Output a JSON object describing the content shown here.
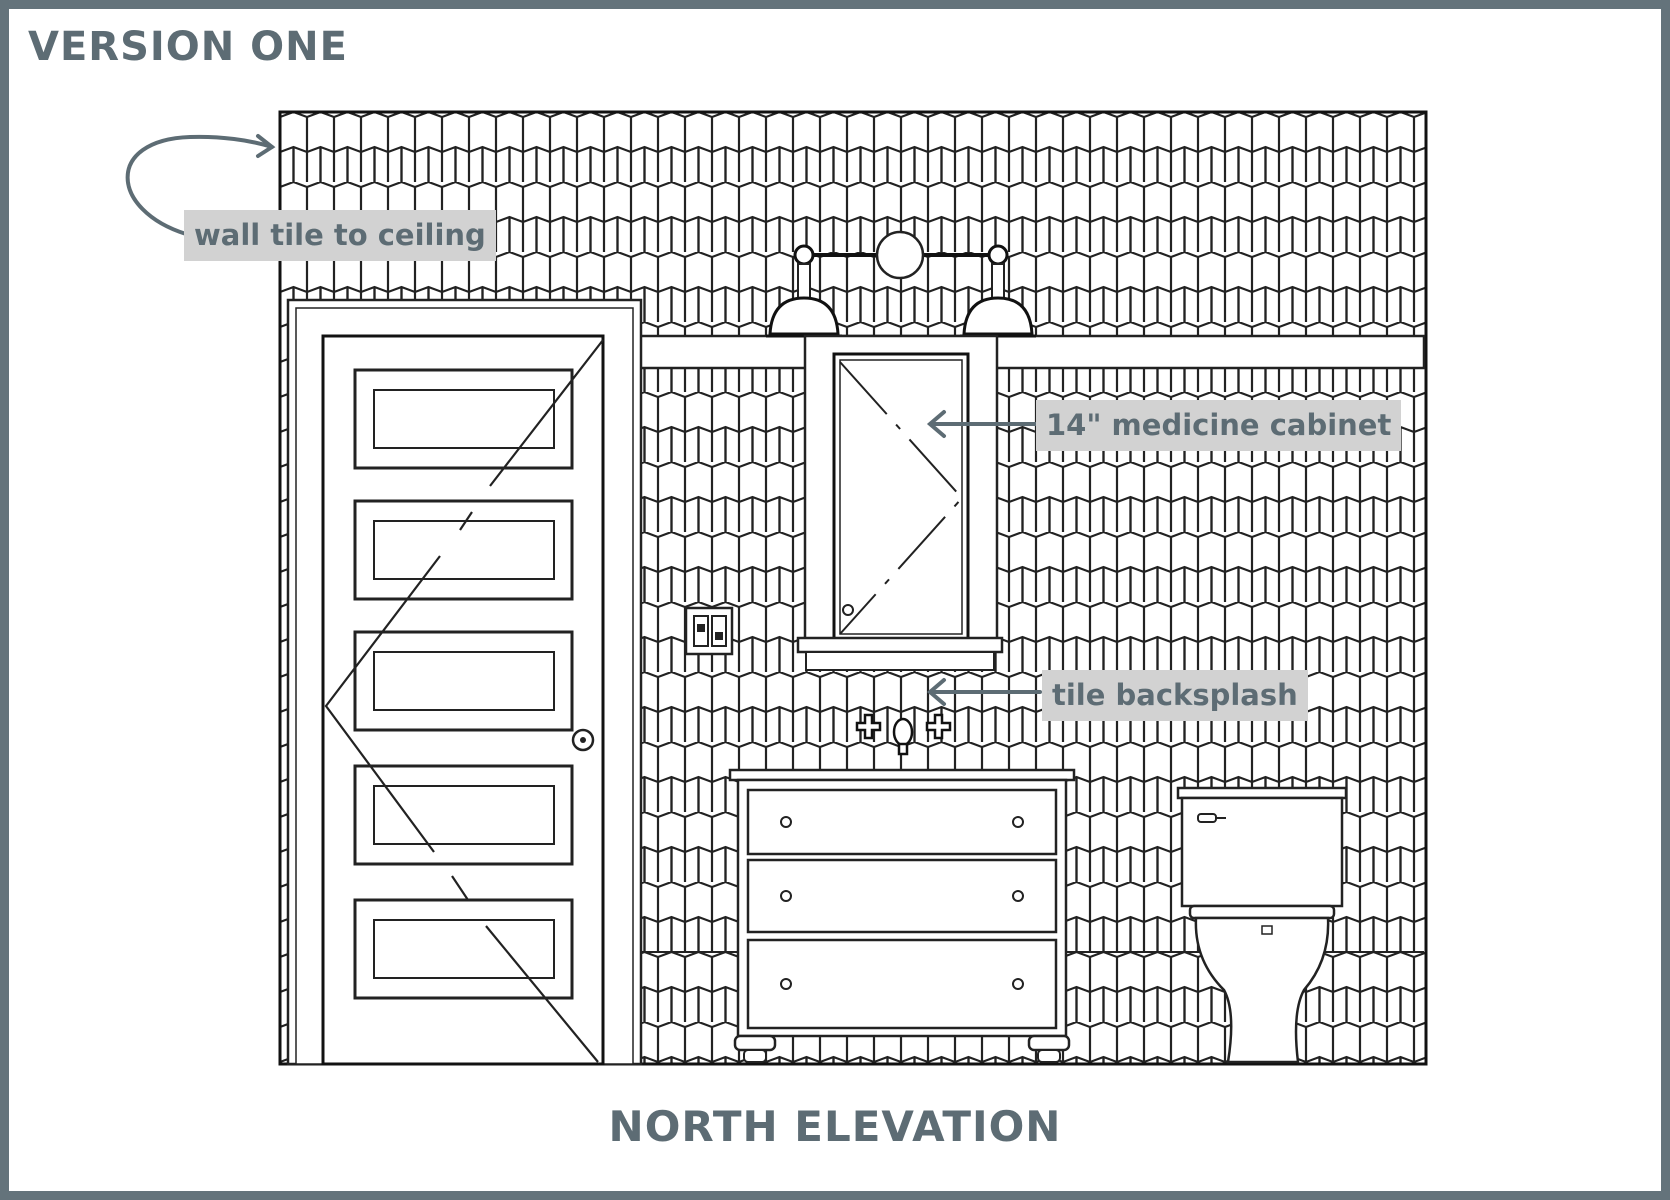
{
  "header": {
    "title": "VERSION ONE"
  },
  "footer": {
    "title": "NORTH ELEVATION"
  },
  "callouts": {
    "wall_tile": "wall tile to ceiling",
    "medicine_cabinet": "14\" medicine cabinet",
    "backsplash": "tile backsplash"
  },
  "colors": {
    "frame": "#64737b",
    "heading": "#5d6c74",
    "callout_bg": "#d2d2d2",
    "line": "#1a1a1a"
  }
}
